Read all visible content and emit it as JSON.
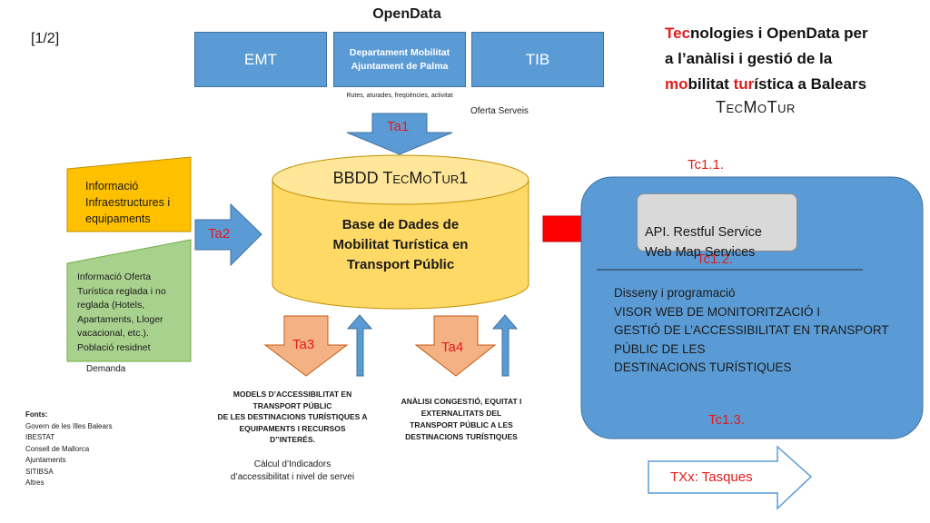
{
  "page_number": "[1/2]",
  "opendata": {
    "title": "OpenData",
    "sources": [
      "EMT",
      "Departament Mobilitat\nAjuntament de Palma",
      "TIB"
    ],
    "caption": "Rutes, aturades, freqüències, activitat",
    "oferta": "Oferta Serveis"
  },
  "project_title": {
    "line1": [
      {
        "t": "Tec",
        "red": true
      },
      {
        "t": "nologies i OpenData per",
        "red": false
      }
    ],
    "line2": [
      {
        "t": "a l’anàlisi  i gestió de la",
        "red": false
      }
    ],
    "line3": [
      {
        "t": "mo",
        "red": true
      },
      {
        "t": "bilitat ",
        "red": false
      },
      {
        "t": "tur",
        "red": true
      },
      {
        "t": "ística a Balears",
        "red": false
      }
    ],
    "acronym": "TecMoTur"
  },
  "tasks": {
    "ta1": "Ta1",
    "ta2": "Ta2",
    "ta3": "Ta3",
    "ta4": "Ta4",
    "tc11": "Tc1.1.",
    "tc12": "Tc1.2.",
    "tc13": "Tc1.3."
  },
  "inputs": {
    "infra": "Informació\nInfraestructures i\nequipaments",
    "oferta_turistica": "Informació  Oferta\nTurística reglada i no\nreglada (Hotels,\nApartaments,  Lloger\nvacacional, etc.).\nPoblació residnet",
    "demanda": "Demanda"
  },
  "database": {
    "title": "BBDD TecMoTur1",
    "body": "Base de Dades de\nMobilitat Turística en\nTransport Públic"
  },
  "outputs": {
    "models": "MODELS D’ACCESSIBILITAT EN\nTRANSPORT PÚBLIC\nDE LES DESTINACIONS TURÍSTIQUES A\nEQUIPAMENTS I  RECURSOS\nD’’INTERÉS.",
    "calcul": "Càlcul d’Indicadors\nd’accessibilitat i nivel de servei",
    "analisi": "ANÀLISI CONGESTIÓ, EQUITAT I\nEXTERNALITATS DEL\nTRANSPORT PÚBLIC A LES\nDESTINACIONS TURÍSTIQUES"
  },
  "platform": {
    "api": "API. Restful Service\nWeb Map Services",
    "visor": "Disseny i programació\nVISOR WEB DE MONITORITZACIÓ I\nGESTIÓ DE L’ACCESSIBILITAT EN TRANSPORT\nPÚBLIC DE LES\nDESTINACIONS TURÍSTIQUES"
  },
  "fonts": {
    "title": "Fonts:",
    "items": [
      "Govern de les Illes Balears",
      "IBESTAT",
      "Consell de Mallorca",
      "Ajuntaments",
      "SITIBSA",
      "Altres"
    ]
  },
  "legend": "TXx: Tasques",
  "colors": {
    "blue": "#5b9bd5",
    "yellow": "#ffd966",
    "orange": "#ffc000",
    "green": "#a9d18e",
    "salmon": "#f4b183",
    "red": "#ff0000",
    "grey": "#d9d9d9",
    "title_red": "#e31b1b"
  }
}
